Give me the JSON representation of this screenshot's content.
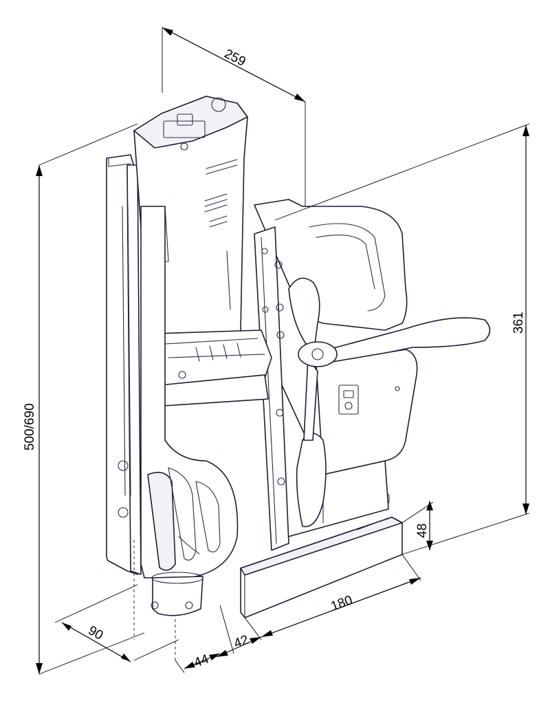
{
  "dimensions": {
    "width_top": "259",
    "height_total": "500/690",
    "height_back": "361",
    "base_height": "48",
    "base_length": "180",
    "offset_a": "42",
    "offset_b": "44",
    "depth": "90"
  }
}
